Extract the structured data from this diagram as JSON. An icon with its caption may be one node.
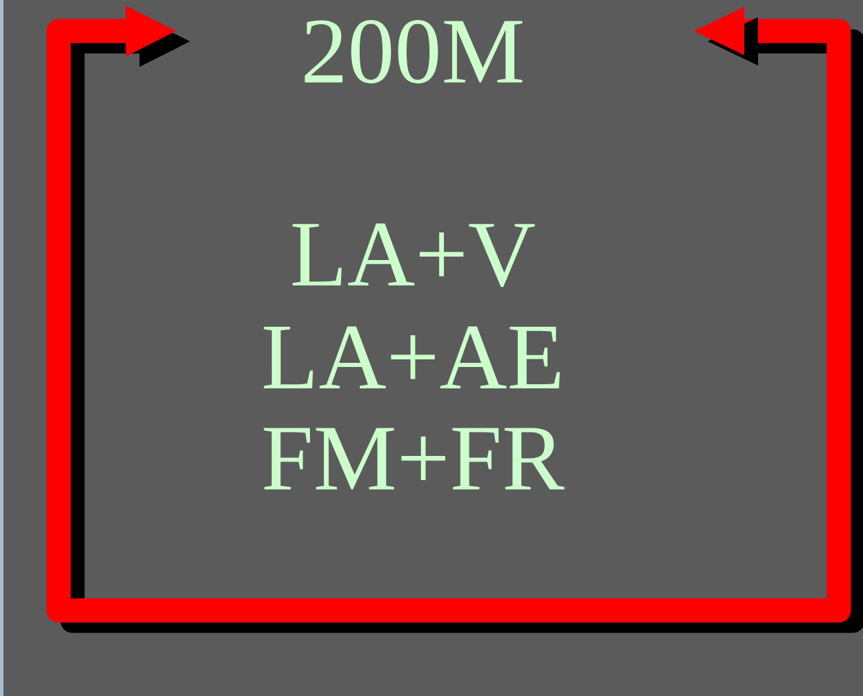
{
  "diagram": {
    "title": "200M",
    "labels": [
      "LA+V",
      "LA+AE",
      "FM+FR"
    ]
  }
}
